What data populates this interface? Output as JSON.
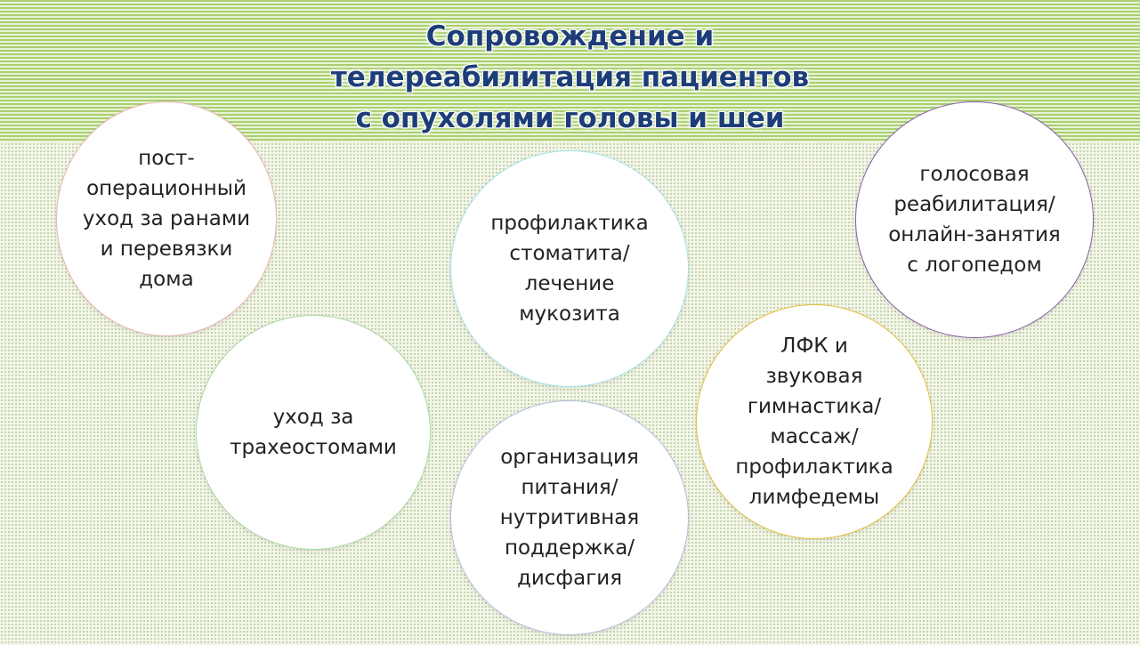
{
  "title": {
    "line1": "Сопровождение и",
    "line2": "телереабилитация пациентов",
    "line3": "с опухолями головы и шеи"
  },
  "circles": {
    "wound_care": {
      "text": "пост-\nоперационный\nуход за ранами\nи перевязки\nдома",
      "border_color": "#e9b6b2"
    },
    "tracheostomy": {
      "text": "уход за\nтрахеостомами",
      "border_color": "#a9dba8"
    },
    "stomatitis": {
      "text": "профилактика\nстоматита/\nлечение\nмукозита",
      "border_color": "#a8e3e6"
    },
    "nutrition": {
      "text": "организация\nпитания/\nнутритивная\nподдержка/\nдисфагия",
      "border_color": "#b6c0dc"
    },
    "exercise": {
      "text": "ЛФК и\nзвуковая\nгимнастика/\nмассаж/\nпрофилактика\nлимфедемы",
      "border_color": "#e3bf3c"
    },
    "voice": {
      "text": "голосовая\nреабилитация/\nонлайн-занятия\nс логопедом",
      "border_color": "#8a5fa4"
    }
  }
}
